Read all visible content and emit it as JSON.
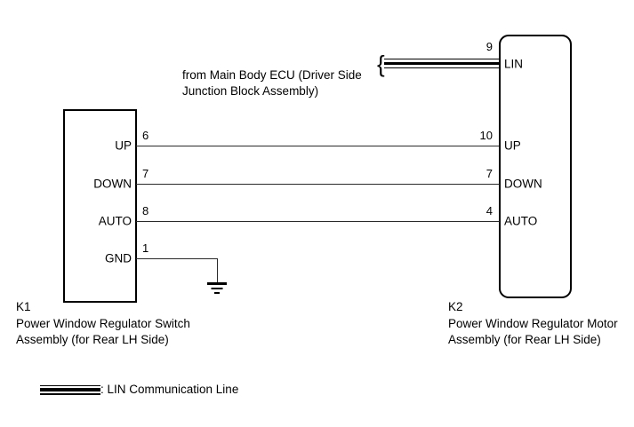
{
  "diagram": {
    "source_note": "from Main Body ECU (Driver Side Junction Block Assembly)",
    "source_note_line1": "from Main Body ECU (Driver Side",
    "source_note_line2": "Junction Block Assembly)",
    "brace_glyph": "{"
  },
  "connectors": {
    "k1": {
      "code": "K1",
      "caption_line1": "Power Window Regulator Switch",
      "caption_line2": "Assembly (for Rear LH Side)",
      "terminals": [
        {
          "name": "UP",
          "pin": "6"
        },
        {
          "name": "DOWN",
          "pin": "7"
        },
        {
          "name": "AUTO",
          "pin": "8"
        },
        {
          "name": "GND",
          "pin": "1"
        }
      ]
    },
    "k2": {
      "code": "K2",
      "caption_line1": "Power Window Regulator Motor",
      "caption_line2": "Assembly (for Rear LH Side)",
      "terminals": [
        {
          "name": "LIN",
          "pin": "9"
        },
        {
          "name": "UP",
          "pin": "10"
        },
        {
          "name": "DOWN",
          "pin": "7"
        },
        {
          "name": "AUTO",
          "pin": "4"
        }
      ]
    }
  },
  "legend": {
    "symbol_name": "lin-communication-line-symbol",
    "label": ": LIN Communication Line"
  },
  "ground": {
    "symbol_name": "ground-symbol"
  },
  "colors": {
    "line": "#000000",
    "wire": "#2a2a2a",
    "background": "#ffffff",
    "text": "#000000"
  }
}
